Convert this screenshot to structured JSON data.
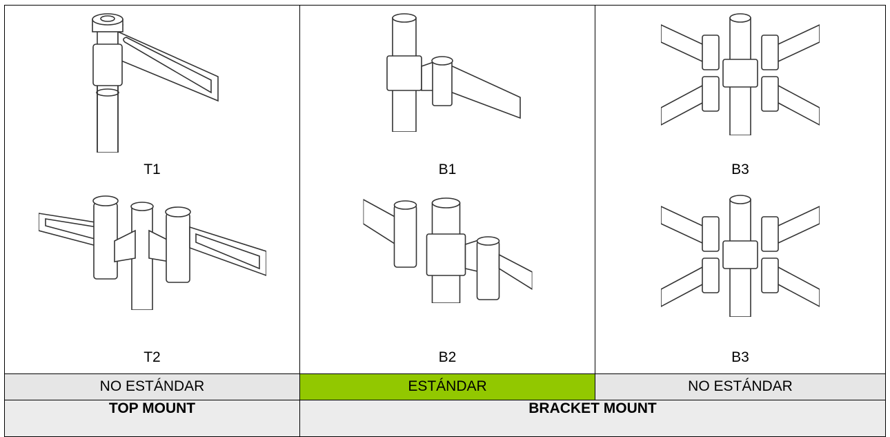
{
  "columns": [
    {
      "top_label": "T1",
      "bottom_label": "T2",
      "status": "NO ESTÁNDAR"
    },
    {
      "top_label": "B1",
      "bottom_label": "B2",
      "status": "ESTÁNDAR"
    },
    {
      "top_label": "B3",
      "bottom_label": "B3",
      "status": "NO ESTÁNDAR"
    }
  ],
  "mount_types": {
    "top": "TOP MOUNT",
    "bracket": "BRACKET MOUNT"
  },
  "colors": {
    "standard": "#92c800",
    "non_standard": "#e6e6e6",
    "border": "#000000"
  }
}
